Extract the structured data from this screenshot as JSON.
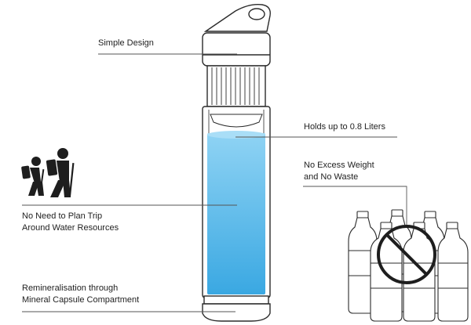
{
  "callouts": {
    "simple_design": "Simple Design",
    "holds_up_to": "Holds up to 0.8 Liters",
    "no_excess_line1": "No Excess Weight",
    "no_excess_line2": "and No Waste",
    "no_need_line1": "No Need to Plan Trip",
    "no_need_line2": "Around Water Resources",
    "remineral_line1": "Remineralisation through",
    "remineral_line2": "Mineral Capsule Compartment"
  },
  "icons": {
    "hikers": "hikers-icon",
    "no_bottles": "crossed-plastic-bottles-icon"
  },
  "colors": {
    "water": "#6cc5ef",
    "water_dark": "#3aa8e2",
    "outline": "#2b2b2b",
    "leader_line": "#555555",
    "text": "#222222"
  }
}
